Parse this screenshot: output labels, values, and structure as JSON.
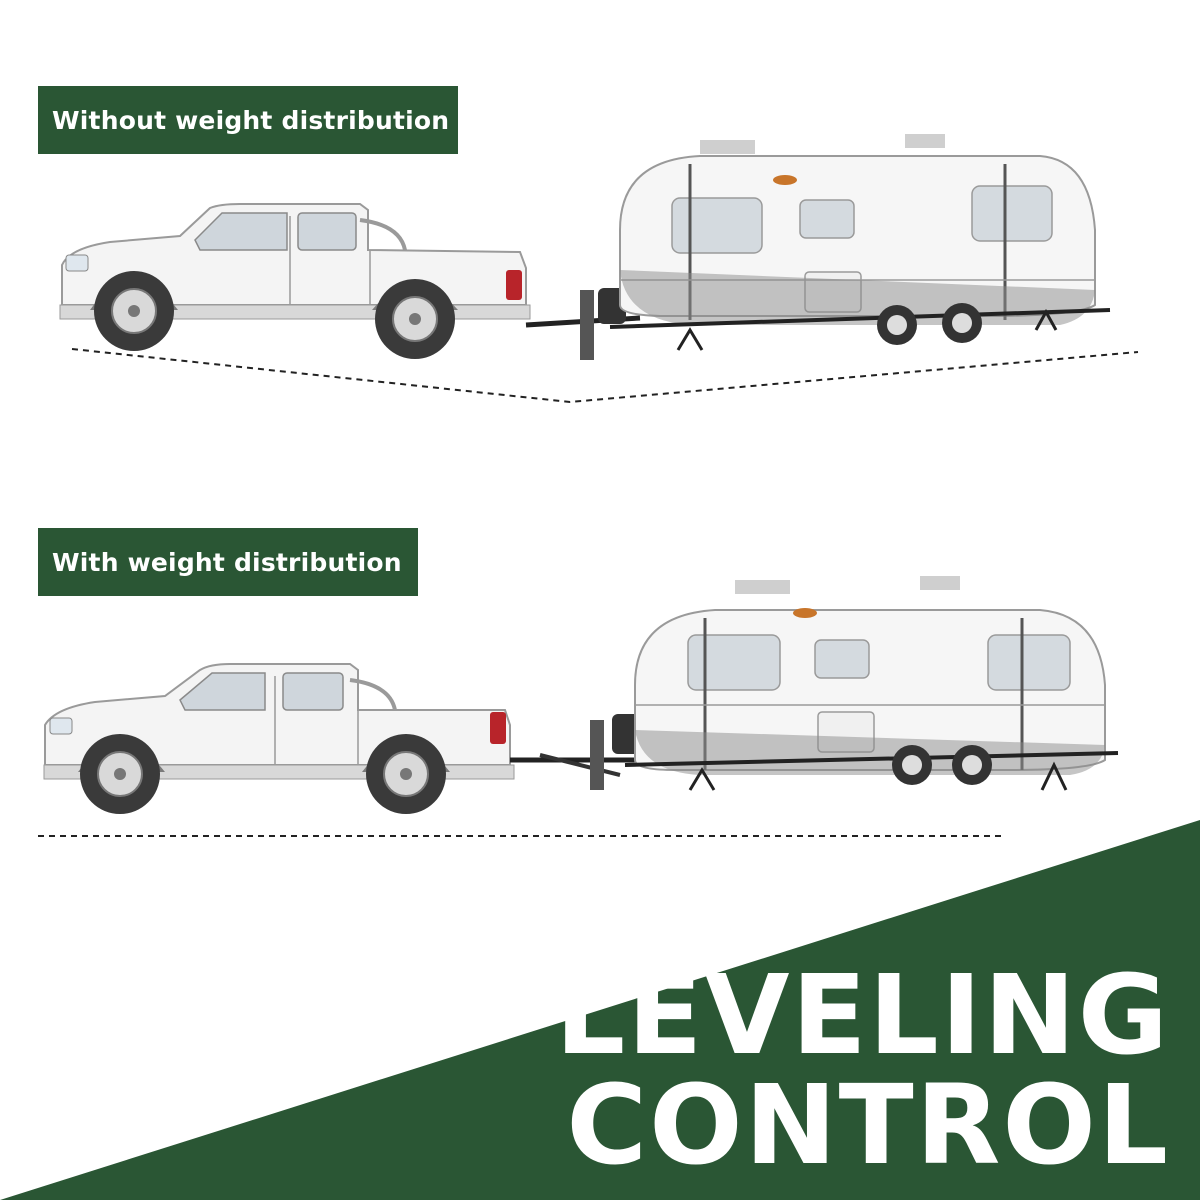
{
  "labels": {
    "without": "Without weight distribution",
    "with": "With weight distribution"
  },
  "headline": {
    "line1": "LEVELING",
    "line2": "CONTROL"
  },
  "colors": {
    "brand_green": "#2a5634",
    "background": "#ffffff",
    "vehicle_body": "#f4f4f4",
    "wheel": "#3a3a3a"
  },
  "icons": {
    "vehicle": "pickup-truck",
    "trailer": "travel-trailer",
    "hitch": "weight-distribution-hitch"
  }
}
